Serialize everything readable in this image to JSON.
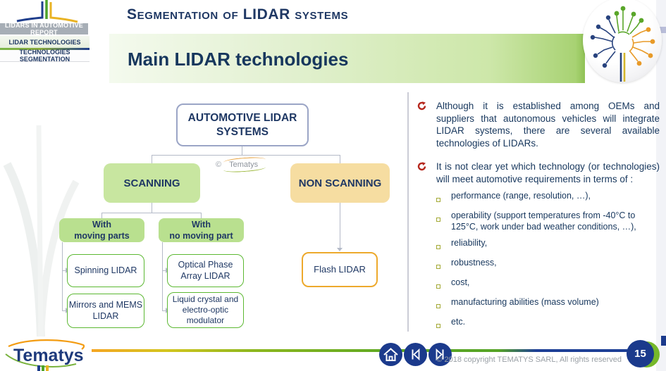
{
  "header": {
    "title": "Segmentation of LIDAR systems",
    "slide_title": "Main LIDAR technologies"
  },
  "sidebar": {
    "items": [
      {
        "label": "LIDARS IN AUTOMOTIVE REPORT"
      },
      {
        "label": "LIDAR TECHNOLOGIES"
      },
      {
        "label": "TECHNOLOGIES SEGMENTATION"
      }
    ]
  },
  "diagram": {
    "root_label": "AUTOMOTIVE LIDAR\nSYSTEMS",
    "watermark": {
      "symbol": "©",
      "name": "Tematys"
    },
    "scanning": {
      "label": "SCANNING",
      "groups": [
        {
          "header": "With\nmoving parts",
          "items": [
            "Spinning LIDAR",
            "Mirrors and MEMS\nLIDAR"
          ]
        },
        {
          "header": "With\nno moving part",
          "items": [
            "Optical Phase\nArray LIDAR",
            "Liquid crystal and\nelectro-optic\nmodulator"
          ]
        }
      ]
    },
    "non_scanning": {
      "label": "NON SCANNING",
      "items": [
        "Flash LIDAR"
      ]
    }
  },
  "notes": {
    "bullets": [
      {
        "text": "Although it is established among OEMs and suppliers that autonomous vehicles will integrate LIDAR systems, there are several available technologies of LIDARs."
      },
      {
        "text": "It is not clear yet which technology (or technologies) will meet automotive requirements in terms of :",
        "subitems": [
          "performance (range, resolution, …),",
          "operability (support temperatures from -40°C to 125°C, work under bad weather conditions, …),",
          "reliability,",
          "robustness,",
          "cost,",
          "manufacturing abilities (mass volume)",
          "etc."
        ]
      }
    ]
  },
  "footer": {
    "logo_text": "Tematys",
    "copyright": "© 2018 copyright TEMATYS SARL, All rights reserved",
    "page_number": "15",
    "nav_icons": [
      "home-icon",
      "previous-icon",
      "next-icon"
    ]
  },
  "colors": {
    "navy_text": "#1f3864",
    "scanning_fill": "#c8e6a0",
    "non_scanning_fill": "#f6dda1",
    "group_fill": "#b9e08f",
    "leaf_border_green": "#5cb832",
    "flash_border_orange": "#eda92c",
    "accent_green": "#76b82a",
    "accent_orange": "#f5a623",
    "nav_button_blue": "#1b3a8c",
    "bullet_red": "#b5271d"
  }
}
